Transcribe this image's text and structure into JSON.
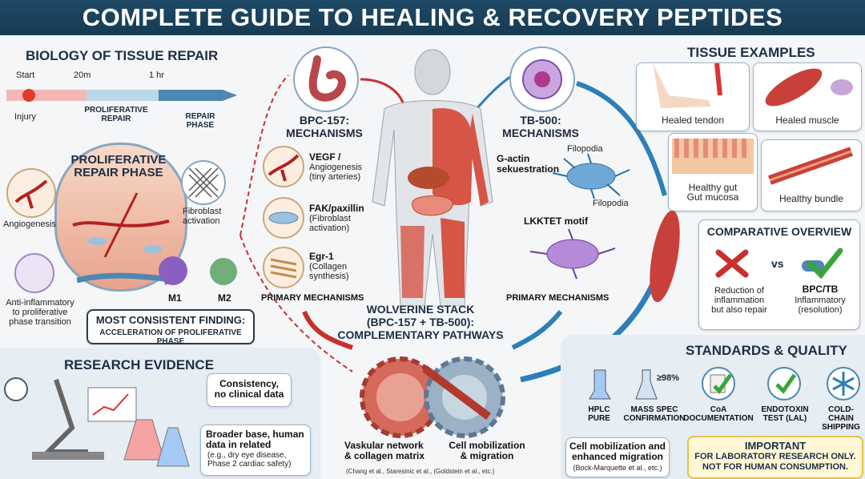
{
  "title": "COMPLETE GUIDE TO HEALING & RECOVERY PEPTIDES",
  "biology": {
    "heading": "BIOLOGY OF TISSUE REPAIR",
    "timeline": {
      "start": "Start",
      "t20": "20m",
      "t1hr": "1 hr",
      "injury": "Injury",
      "proliferative": "PROLIFERATIVE\nREPAIR",
      "repair": "REPAIR\nPHASE"
    },
    "phase_title": "PROLIFERATIVE\nREPAIR PHASE",
    "angiogenesis": "Angiogenesis",
    "fibroblast": "Fibroblast\nactivation",
    "anti_inflammatory": "Anti-inflammatory\nto proliferative\nphase transition",
    "m1": "M1",
    "m2": "M2",
    "finding_title": "MOST CONSISTENT FINDING:",
    "finding_text": "ACCELERATION OF PROLIFERATIVE PHASE"
  },
  "bpc": {
    "heading": "BPC-157:\nMECHANISMS",
    "vegf_title": "VEGF /",
    "vegf_text": "Angiogenesis\n(tiny arteries)",
    "fak_title": "FAK/paxillin",
    "fak_text": "(Fibroblast\nactivation)",
    "egr_title": "Egr-1",
    "egr_text": "(Collagen\nsynthesis)",
    "primary": "PRIMARY MECHANISMS"
  },
  "tb": {
    "heading": "TB-500:\nMECHANISMS",
    "gactin": "G-actin\nsekuestration",
    "filopodia1": "Filopodia",
    "filopodia2": "Filopodia",
    "lkktet": "LKKTET motif",
    "primary": "PRIMARY MECHANISMS"
  },
  "wolverine": "WOLVERINE STACK\n(BPC-157 + TB-500):\nCOMPLEMENTARY PATHWAYS",
  "outcomes": {
    "vascular": "Vaskular network\n& collagen matrix",
    "cell": "Cell mobilization\n& migration",
    "citation": "(Chang et al., Staresinic et al., (Goldstein et al., etc.)"
  },
  "research": {
    "heading": "RESEARCH EVIDENCE",
    "consistency": "Consistency,\nno clinical data",
    "broader": "Broader base, human\ndata in related",
    "broader_sub": "(e.g., dry eye disease,\nPhase 2 cardiac safety)"
  },
  "tissue": {
    "heading": "TISSUE EXAMPLES",
    "tendon": "Healed tendon",
    "muscle": "Healed muscle",
    "gut": "Healthy gut\nGut mucosa",
    "bundle": "Healthy bundle"
  },
  "comparative": {
    "heading": "COMPARATIVE OVERVIEW",
    "vs": "vs",
    "left_text": "Reduction of\ninflammation\nbut also repair",
    "right_title": "BPC/TB",
    "right_text": "Inflammatory\n(resolution)"
  },
  "standards": {
    "heading": "STANDARDS & QUALITY",
    "items": [
      {
        "label": "HPLC\nPURE"
      },
      {
        "label": "MASS SPEC\nCONFIRMATION",
        "badge": "≥98%"
      },
      {
        "label": "CoA\nDOCUMENTATION"
      },
      {
        "label": "ENDOTOXIN\nTEST (LAL)"
      },
      {
        "label": "COLD-CHAIN\nSHIPPING"
      }
    ],
    "cell_box_title": "Cell mobilization and\nenhanced migration",
    "cell_box_cite": "(Bock-Marquette et al., etc.)",
    "important_title": "IMPORTANT",
    "important_text": "FOR LABORATORY RESEARCH ONLY.\nNOT FOR HUMAN CONSUMPTION."
  },
  "colors": {
    "banner": "#1f4a66",
    "accent_red": "#c9302c",
    "accent_blue": "#2d7fb8",
    "check_green": "#3aa43a"
  }
}
